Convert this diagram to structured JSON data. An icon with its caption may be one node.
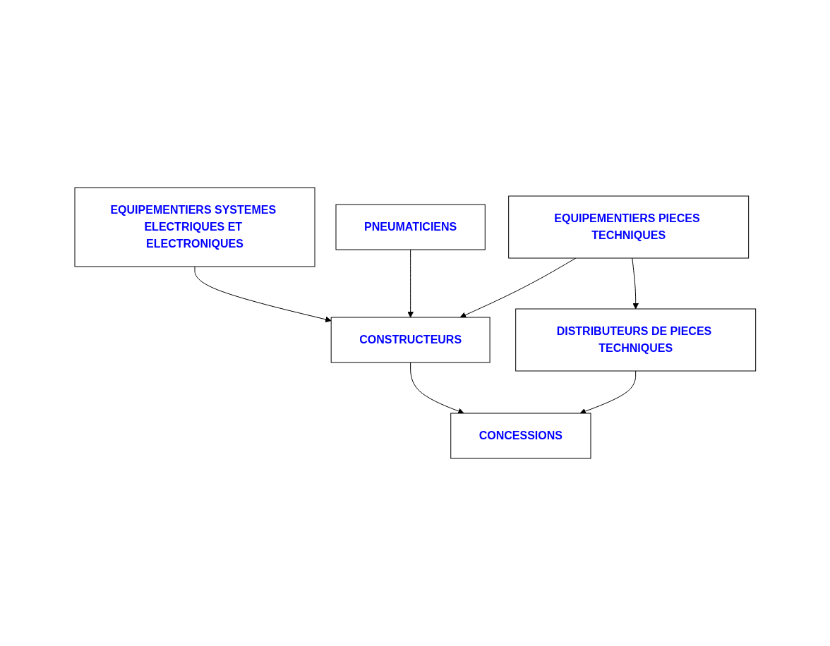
{
  "diagram": {
    "nodes": [
      {
        "text": [
          "EQUIPEMENTIERS SYSTEMES ELECTRIQUES ET ELECTRONIQUES"
        ]
      },
      {
        "text": [
          "PNEUMATICIENS"
        ]
      },
      {
        "text": [
          "EQUIPEMENTIERS PIECES TECHNIQUES"
        ]
      },
      {
        "text": [
          "CONSTRUCTEURS"
        ]
      },
      {
        "text": [
          "CONCESSIONS"
        ]
      },
      {
        "text": [
          "DISTRIBUTEURS DE PIECES TECHNIQUES"
        ]
      }
    ],
    "edges": [
      {
        "from": 0,
        "to": 3,
        "arrow": "to"
      },
      {
        "from": 1,
        "to": 3,
        "arrow": "to"
      },
      {
        "from": 2,
        "to": 3,
        "arrow": "to"
      },
      {
        "from": 3,
        "to": 4,
        "arrow": "to"
      },
      {
        "from": 5,
        "to": 4,
        "arrow": "to"
      },
      {
        "from": 2,
        "to": 5,
        "arrow": "to"
      }
    ]
  }
}
